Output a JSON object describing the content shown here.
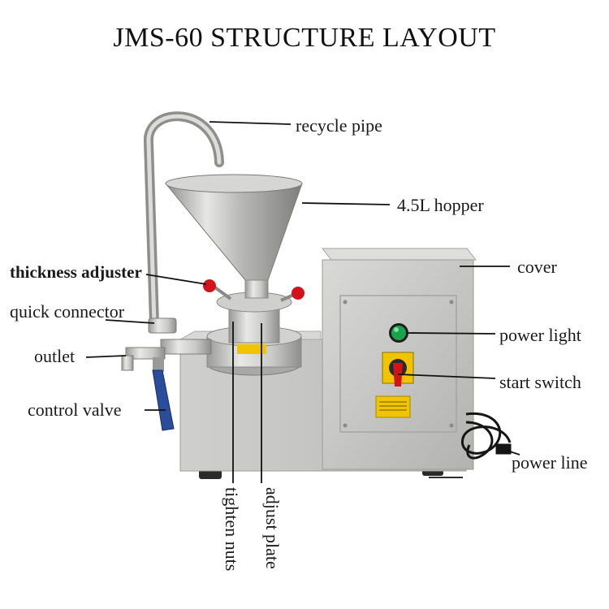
{
  "title": "JMS-60 STRUCTURE LAYOUT",
  "labels": {
    "recycle_pipe": "recycle pipe",
    "hopper": "4.5L hopper",
    "cover": "cover",
    "thickness_adjuster": "thickness adjuster",
    "quick_connector": "quick connector",
    "outlet": "outlet",
    "power_light": "power light",
    "start_switch": "start switch",
    "control_valve": "control valve",
    "power_line": "power line",
    "tighten_nuts": "tighten nuts",
    "adjust_plate": "adjust plate"
  },
  "colors": {
    "steel_light": "#e4e4e2",
    "steel_mid": "#bdbdbb",
    "steel_dark": "#8d8d8b",
    "knob_red": "#d4121a",
    "light_green": "#1aa34a",
    "valve_blue": "#2a4c9a",
    "warning_yellow": "#f1c400"
  }
}
